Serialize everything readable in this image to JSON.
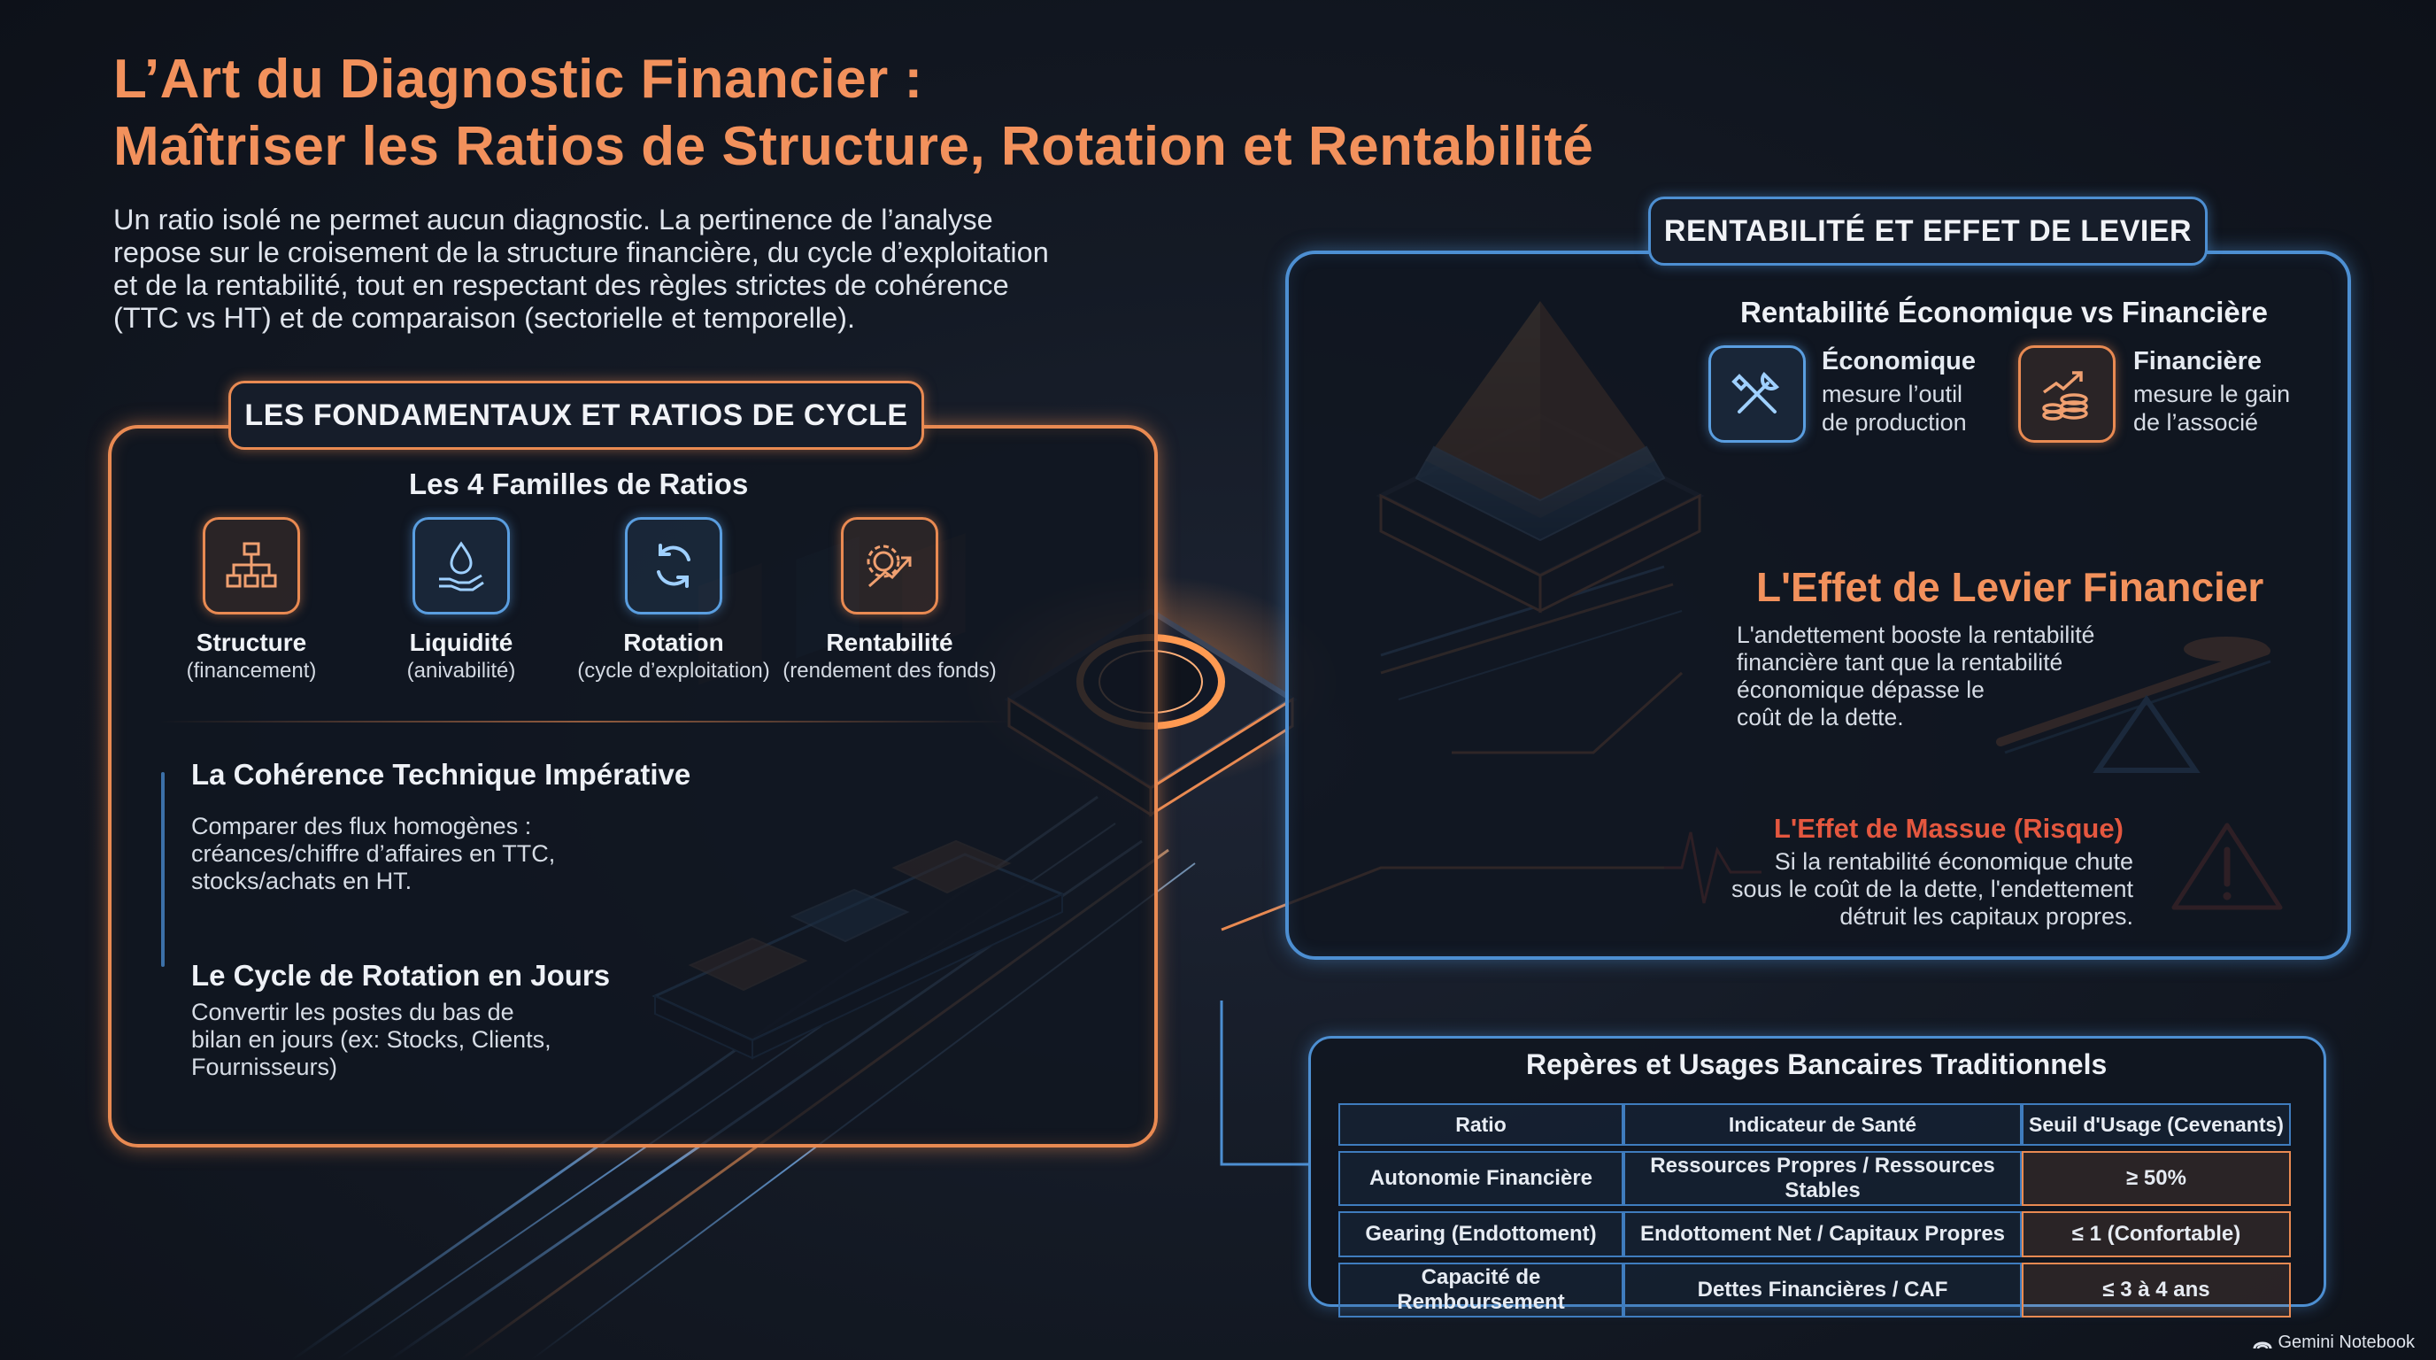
{
  "title": {
    "line1": "L’Art du Diagnostic Financier :",
    "line2": "Maîtriser les Ratios de Structure, Rotation et Rentabilité"
  },
  "intro": {
    "lines": [
      "Un ratio isolé ne permet aucun diagnostic. La pertinence de l’analyse",
      "repose sur le croisement de la structure financière, du cycle d’exploitation",
      "et de la rentabilité, tout en respectant des règles strictes de cohérence",
      "(TTC vs HT) et de comparaison (sectorielle et temporelle)."
    ]
  },
  "left_panel": {
    "tag": "LES FONDAMENTAUX ET RATIOS DE CYCLE",
    "families_heading": "Les 4 Familles de Ratios",
    "families": [
      {
        "name": "Structure",
        "sub": "(financement)",
        "icon": "org-chart-icon"
      },
      {
        "name": "Liquidité",
        "sub": "(anivabilité)",
        "icon": "hand-water-drop-icon"
      },
      {
        "name": "Rotation",
        "sub": "(cycle d’exploitation)",
        "icon": "rotation-arrows-icon"
      },
      {
        "name": "Rentabilité",
        "sub": "(rendement des fonds)",
        "icon": "gear-growth-icon"
      }
    ],
    "coherence": {
      "heading": "La Cohérence Technique Impérative",
      "lines": [
        "Comparer des flux homogènes :",
        "créances/chiffre d’affaires en TTC,",
        "stocks/achats en HT."
      ]
    },
    "cycle": {
      "heading": "Le Cycle de Rotation en Jours",
      "lines": [
        "Convertir les postes du bas de",
        "bilan en jours (ex: Stocks, Clients,",
        "Fournisseurs)"
      ]
    }
  },
  "right_panel": {
    "tag": "RENTABILITÉ ET EFFET DE LEVIER",
    "heading": "Rentabilité Économique vs Financière",
    "economique": {
      "title": "Économique",
      "lines": [
        "mesure l’outil",
        "de production"
      ],
      "icon": "tools-icon"
    },
    "financiere": {
      "title": "Financière",
      "lines": [
        "mesure le gain",
        "de l’associé"
      ],
      "icon": "coins-growth-icon"
    },
    "levier": {
      "title": "L'Effet de Levier Financier",
      "lines": [
        "L'andettement booste la rentabilité",
        "financière tant que la rentabilité",
        "économique dépasse le",
        "coût de la dette."
      ]
    },
    "massue": {
      "title": "L'Effet de Massue (Risque)",
      "lines": [
        "Si la rentabilité économique chute",
        "sous le coût de la dette, l'endettement",
        "détruit les capitaux propres."
      ]
    }
  },
  "table_panel": {
    "heading": "Repères et Usages Bancaires Traditionnels",
    "headers": [
      "Ratio",
      "Indicateur de Santé",
      "Seuil d'Usage (Cevenants)"
    ],
    "rows": [
      [
        "Autonomie Financière",
        "Ressources Propres / Ressources Stables",
        "≥ 50%"
      ],
      [
        "Gearing (Endottoment)",
        "Endottoment Net / Capitaux Propres",
        "≤ 1 (Confortable)"
      ],
      [
        "Capacité de Remboursement",
        "Dettes Financières / CAF",
        "≤ 3 à 4 ans"
      ]
    ]
  },
  "footer": {
    "brand": "Gemini Notebook"
  },
  "colors": {
    "accent_orange": "#e98a52",
    "accent_blue": "#4d8fd2",
    "danger_red": "#e4573f",
    "background": "#141a25"
  }
}
